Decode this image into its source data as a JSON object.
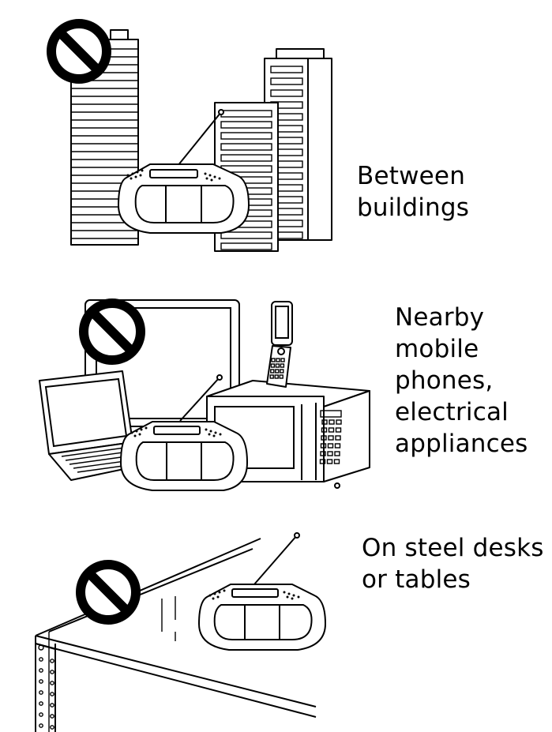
{
  "panels": [
    {
      "caption": "Between\nbuildings",
      "scene": "buildings",
      "warning_icon": "prohibition-icon"
    },
    {
      "caption": "Nearby\nmobile\nphones,\nelectrical\nappliances",
      "scene": "appliances",
      "warning_icon": "prohibition-icon"
    },
    {
      "caption": "On steel desks\nor tables",
      "scene": "steel-desk",
      "warning_icon": "prohibition-icon"
    }
  ],
  "colors": {
    "ink": "#000000",
    "background": "#ffffff"
  }
}
